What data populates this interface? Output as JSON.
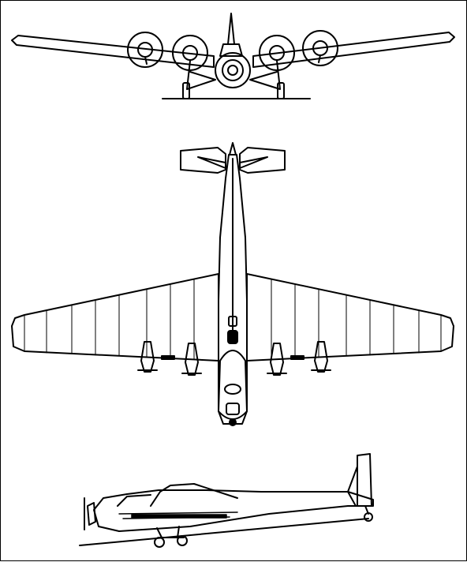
{
  "drawing": {
    "views": [
      "front-view",
      "top-view",
      "side-view"
    ],
    "line_color": "#000000",
    "background": "#ffffff"
  }
}
